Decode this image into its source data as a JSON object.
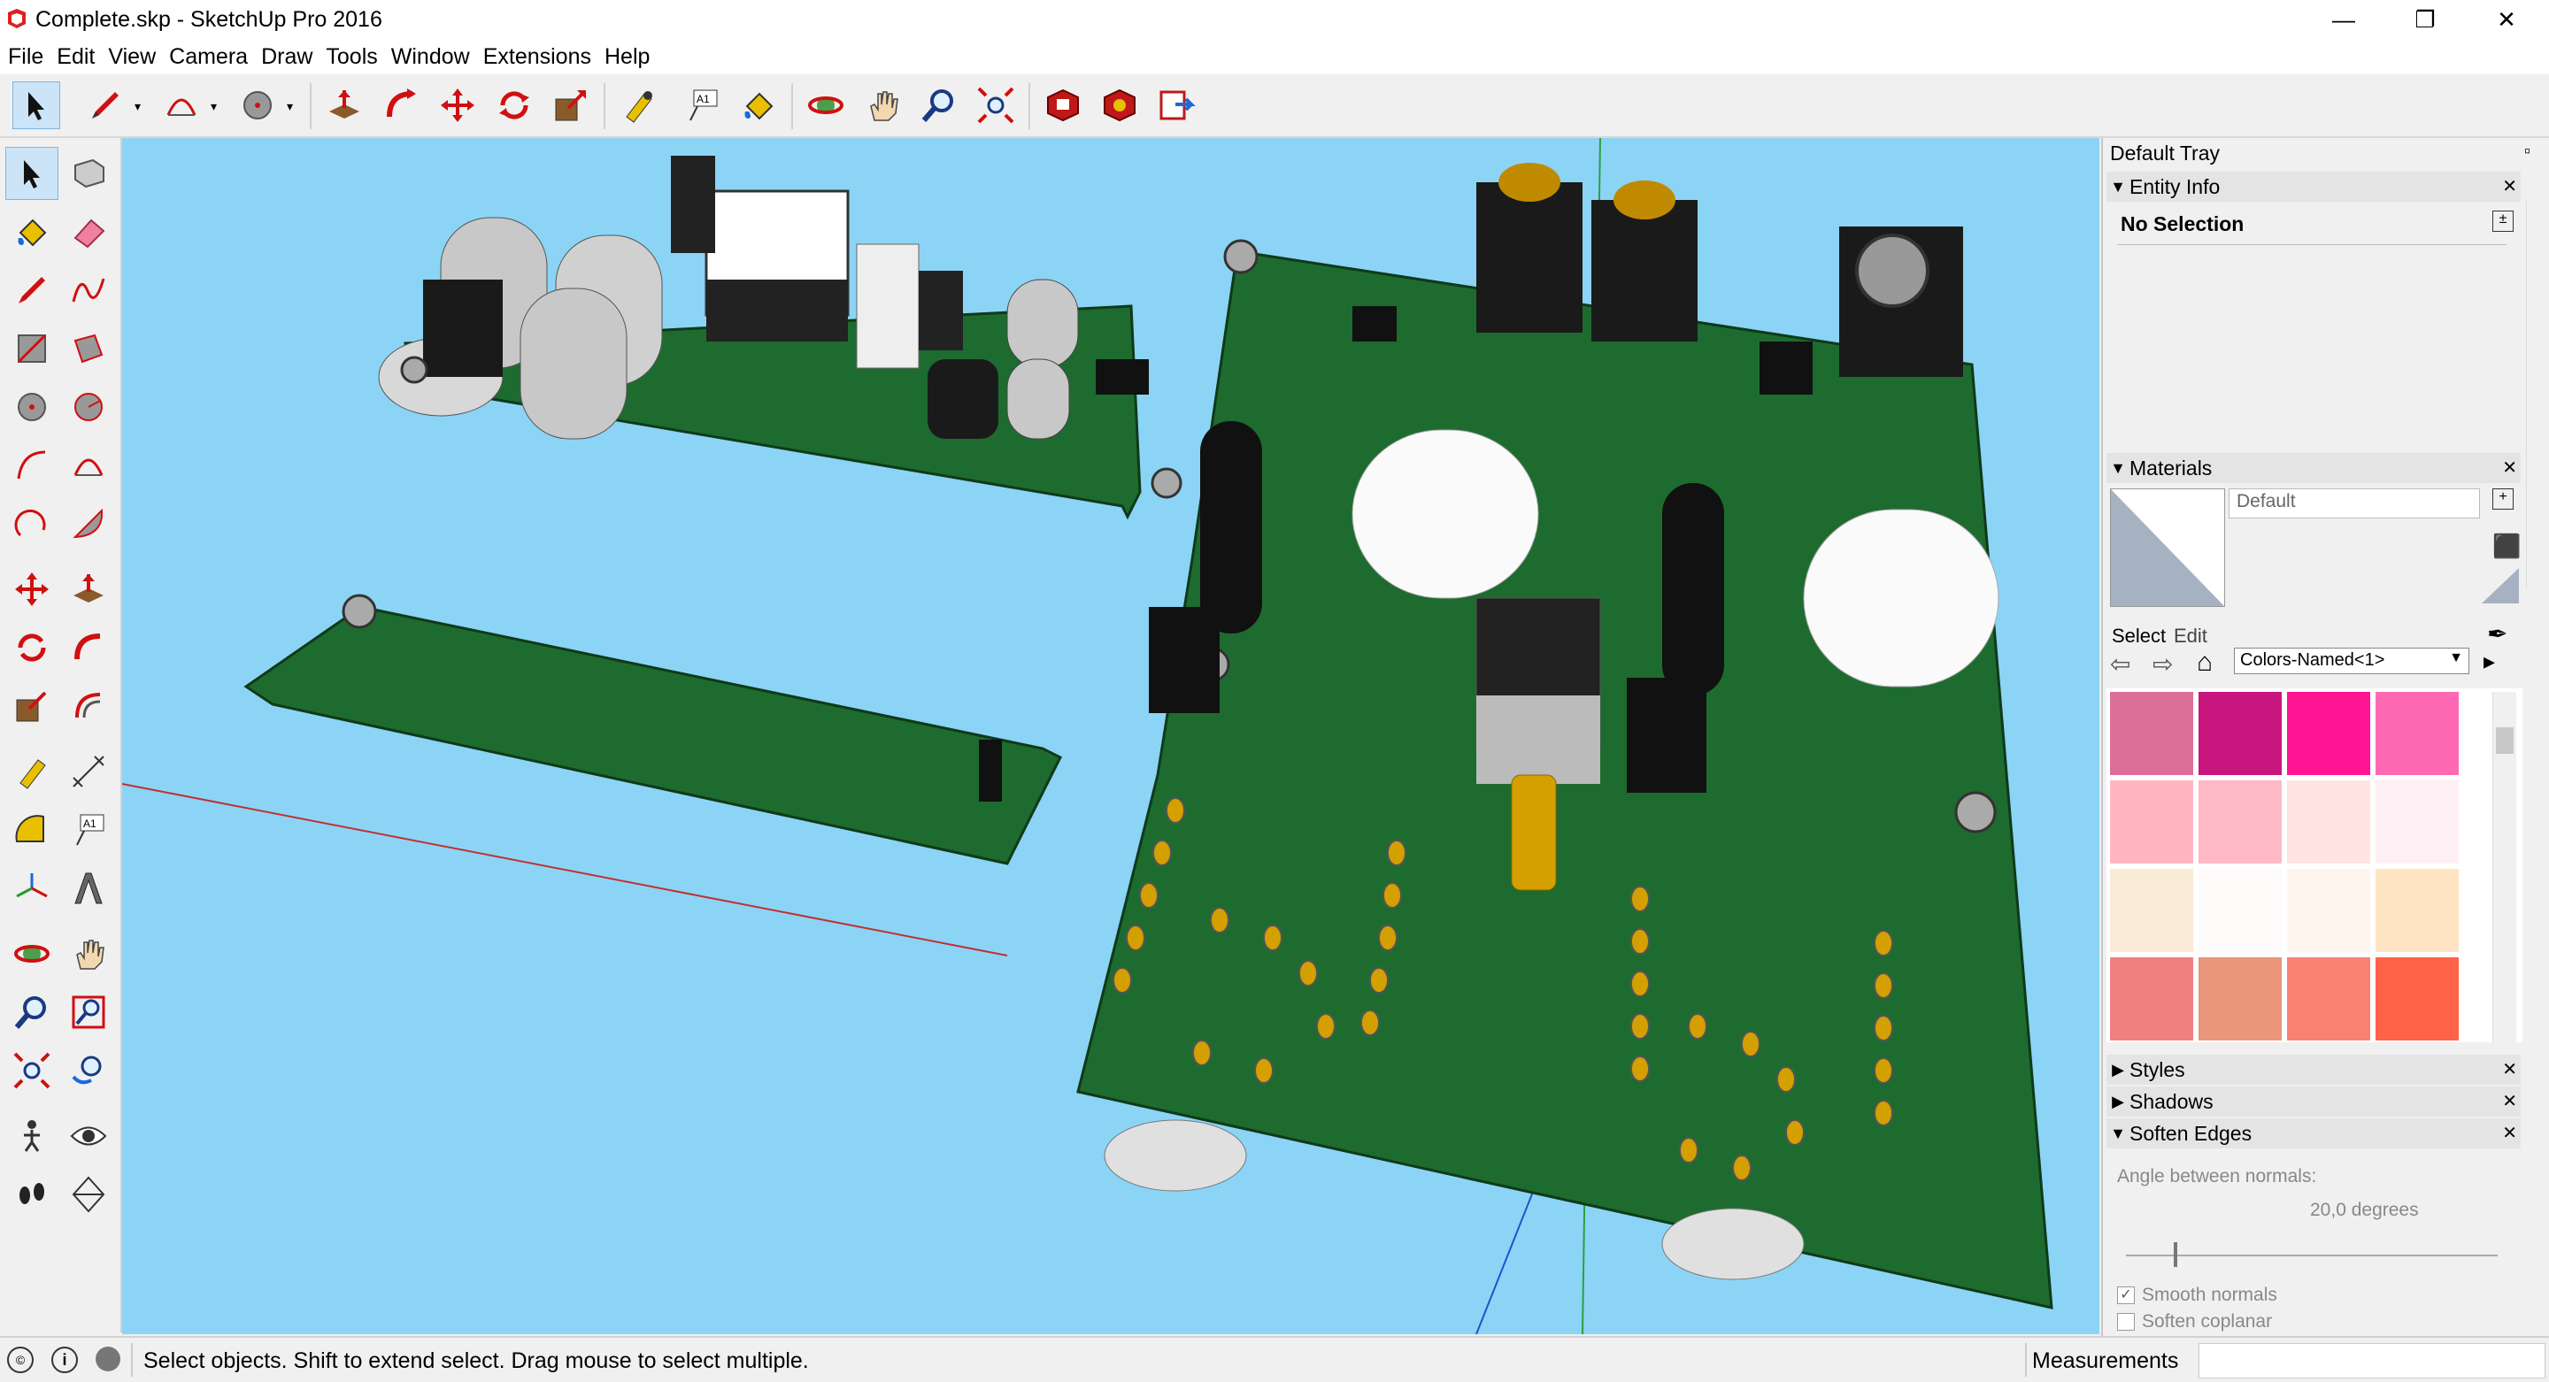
{
  "window": {
    "title": "Complete.skp - SketchUp Pro 2016",
    "minimize_glyph": "—",
    "restore_glyph": "❐",
    "close_glyph": "✕"
  },
  "menu": [
    "File",
    "Edit",
    "View",
    "Camera",
    "Draw",
    "Tools",
    "Window",
    "Extensions",
    "Help"
  ],
  "toolbar_icons": [
    "select-icon",
    "pencil-icon",
    "arc-icon",
    "circle-icon",
    "push-pull-icon",
    "follow-me-icon",
    "move-icon",
    "rotate-icon",
    "scale-icon",
    "tape-measure-icon",
    "text-icon",
    "paint-bucket-icon",
    "orbit-icon",
    "pan-icon",
    "zoom-icon",
    "zoom-extents-icon",
    "3d-warehouse-icon",
    "extension-warehouse-icon",
    "send-to-layout-icon"
  ],
  "status": {
    "message": "Select objects. Shift to extend select. Drag mouse to select multiple.",
    "measurements_label": "Measurements"
  },
  "tray": {
    "title": "Default Tray",
    "entity_info": {
      "header": "Entity Info",
      "selection": "No Selection"
    },
    "materials": {
      "header": "Materials",
      "material_name": "Default",
      "select_tab": "Select",
      "edit_tab": "Edit",
      "collection": "Colors-Named<1>",
      "swatches": [
        "#dc6f98",
        "#c8167f",
        "#ff1493",
        "#ff69b4",
        "#ffb6c1",
        "#ffb8c6",
        "#ffe4e1",
        "#fff0f5",
        "#faebd7",
        "#fffafa",
        "#fff5ee",
        "#ffe4c4",
        "#f08080",
        "#e9967a",
        "#fa8072",
        "#ff6347"
      ]
    },
    "styles": {
      "header": "Styles"
    },
    "shadows": {
      "header": "Shadows"
    },
    "soften_edges": {
      "header": "Soften Edges",
      "angle_label": "Angle between normals:",
      "angle_value": "20,0  degrees",
      "smooth_normals": "Smooth normals",
      "soften_coplanar": "Soften coplanar"
    }
  },
  "colors": {
    "sky": "#8cd4f5",
    "pcb_green": "#1e6b2f",
    "accent_select": "#cce4f7"
  }
}
